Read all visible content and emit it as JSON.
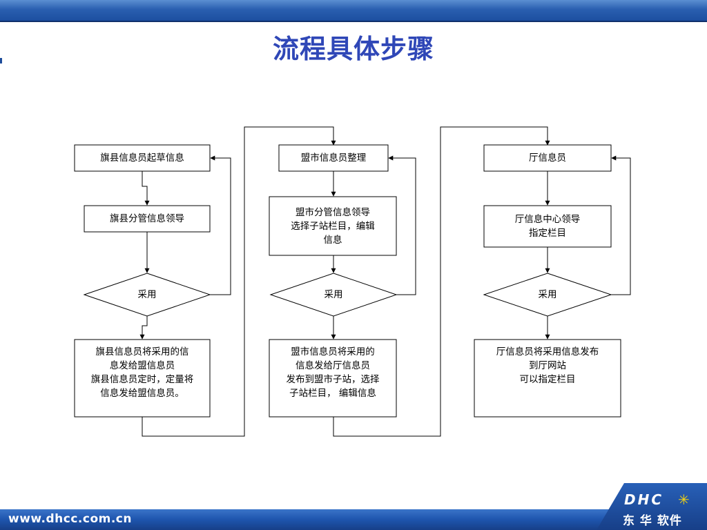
{
  "slide": {
    "title": "流程具体步骤"
  },
  "columns": [
    {
      "box1": "旗县信息员起草信息",
      "box2": [
        "旗县分管信息领导"
      ],
      "decision": "采用",
      "box4": [
        "旗县信息员将采用的信",
        "息发给盟信息员",
        "旗县信息员定时，定量将",
        "信息发给盟信息员。"
      ]
    },
    {
      "box1": "盟市信息员整理",
      "box2": [
        "盟市分管信息领导",
        "选择子站栏目，编辑",
        "信息"
      ],
      "decision": "采用",
      "box4": [
        "盟市信息员将采用的",
        "信息发给厅信息员",
        "发布到盟市子站，选择",
        "子站栏目， 编辑信息"
      ]
    },
    {
      "box1": "厅信息员",
      "box2": [
        "厅信息中心领导",
        "指定栏目"
      ],
      "decision": "采用",
      "box4": [
        "厅信息员将采用信息发布",
        "到厅网站",
        "可以指定栏目"
      ]
    }
  ],
  "footer": {
    "url": "www.dhcc.com.cn",
    "logo_text": "DHC",
    "logo_cn": "东 华 软件"
  },
  "colors": {
    "title": "#2f47b7",
    "bar": "#1e55ad",
    "logo_sun": "#f4d312"
  }
}
